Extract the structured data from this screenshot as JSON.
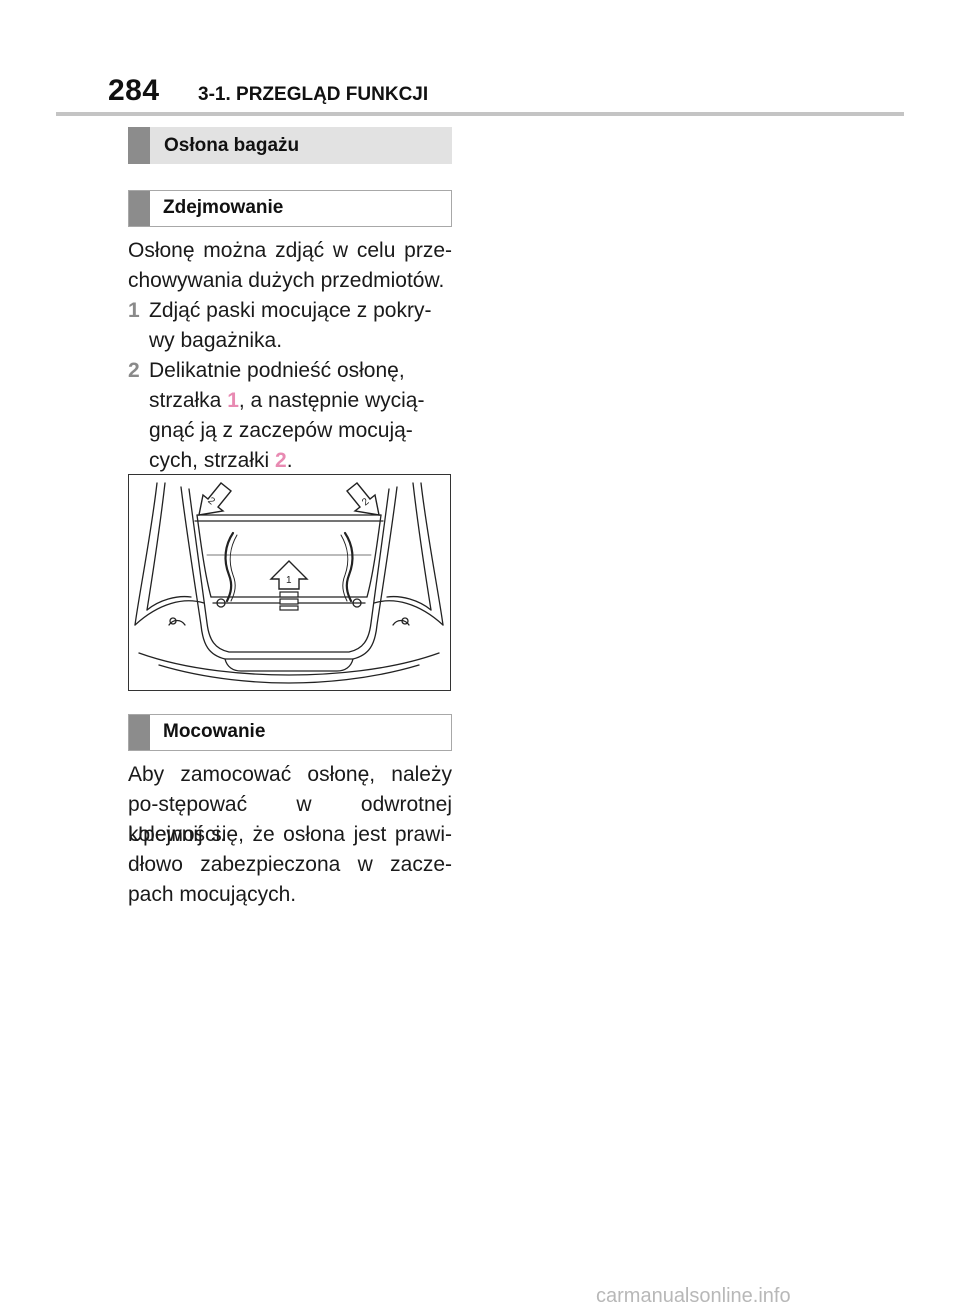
{
  "header": {
    "page_number": "284",
    "chapter": "3-1. PRZEGLĄD FUNKCJI"
  },
  "section": {
    "title": "Osłona bagażu"
  },
  "removal": {
    "title": "Zdejmowanie",
    "intro": "Osłonę można zdjąć w celu prze-chowywania dużych przedmiotów.",
    "steps": [
      {
        "number": "1",
        "text": "Zdjąć paski mocujące z pokry-wy bagażnika."
      },
      {
        "number": "2",
        "text_before": "Delikatnie podnieść osłonę, strzałka ",
        "ref1": "1",
        "text_middle": ", a następnie wycią-gnąć ją z zaczepów mocują-cych, strzałki ",
        "ref2": "2",
        "text_after": "."
      }
    ]
  },
  "figure": {
    "callouts": [
      "1",
      "2",
      "2"
    ]
  },
  "installation": {
    "title": "Mocowanie",
    "paragraphs": [
      "Aby zamocować osłonę, należy po-stępować w odwrotnej kolejności.",
      "Upewnij się, że osłona jest prawi-dłowo zabezpieczona w zacze-pach mocujących."
    ]
  },
  "watermark": "carmanualsonline.info",
  "colors": {
    "accent_pink": "#e88ab2",
    "marker_gray": "#8c8c8c",
    "header_fill": "#e2e2e2"
  }
}
